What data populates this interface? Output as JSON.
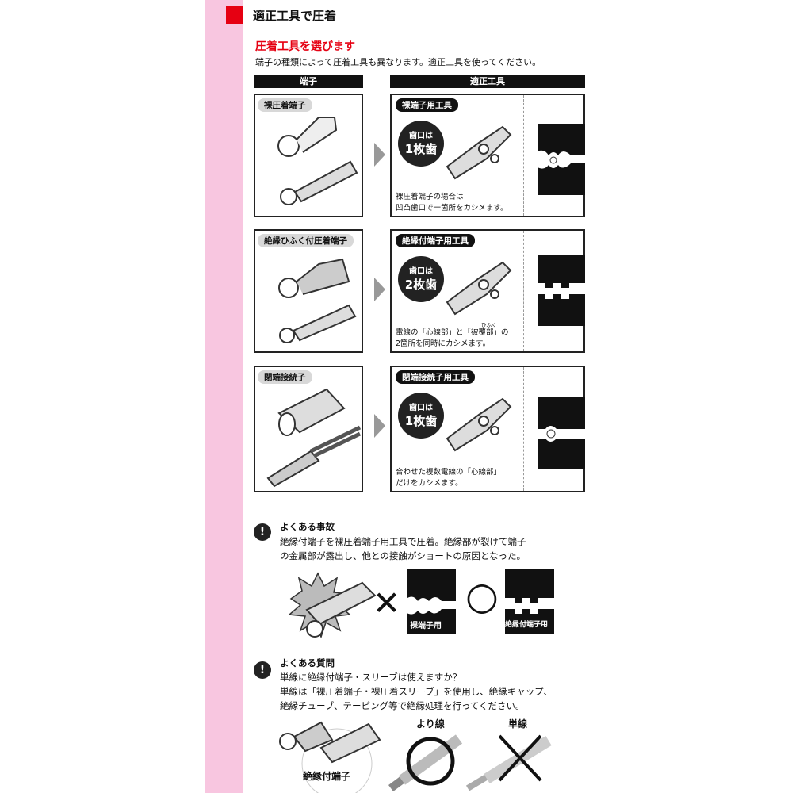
{
  "section": {
    "title": "適正工具で圧着"
  },
  "subsection": {
    "title": "圧着工具を選びます",
    "intro": "端子の種類によって圧着工具も異なります。適正工具を使ってください。"
  },
  "table": {
    "col_terminal": "端子",
    "col_tool": "適正工具",
    "rows": [
      {
        "terminal": "裸圧着端子",
        "tool": "裸端子用工具",
        "bubble_top": "歯口は",
        "bubble_main": "1枚歯",
        "note_line1": "裸圧着端子の場合は",
        "note_line2": "凹凸歯口で一箇所をカシメます。",
        "ruby": ""
      },
      {
        "terminal": "絶縁ひふく付圧着端子",
        "tool": "絶縁付端子用工具",
        "bubble_top": "歯口は",
        "bubble_main": "2枚歯",
        "note_line1": "電線の「心線部」と「被覆部」の",
        "note_line2": "2箇所を同時にカシメます。",
        "ruby": "ひふく"
      },
      {
        "terminal": "閉端接続子",
        "tool": "閉端接続子用工具",
        "bubble_top": "歯口は",
        "bubble_main": "1枚歯",
        "note_line1": "合わせた複数電線の「心線部」",
        "note_line2": "だけをカシメます。",
        "ruby": ""
      }
    ]
  },
  "accident": {
    "title": "よくある事故",
    "line1": "絶縁付端子を裸圧着端子用工具で圧着。絶縁部が裂けて端子",
    "line2": "の金属部が露出し、他との接触がショートの原因となった。",
    "wrong_label": "裸端子用",
    "right_label": "絶縁付端子用",
    "cross_mark": "✕",
    "circle_mark": "○"
  },
  "faq": {
    "title": "よくある質問",
    "question": "単線に絶縁付端子・スリーブは使えますか？",
    "answer1": "単線は「裸圧着端子・裸圧着スリーブ」を使用し、絶縁キャップ、",
    "answer2": "絶縁チューブ、テーピング等で絶縁処理を行ってください。",
    "label_insulated": "絶縁付端子",
    "label_stranded": "より線",
    "label_solid": "単線"
  },
  "icons": {
    "exclamation": "!"
  },
  "colors": {
    "accent_red": "#e60012",
    "side_pink": "#f8c6e0"
  }
}
